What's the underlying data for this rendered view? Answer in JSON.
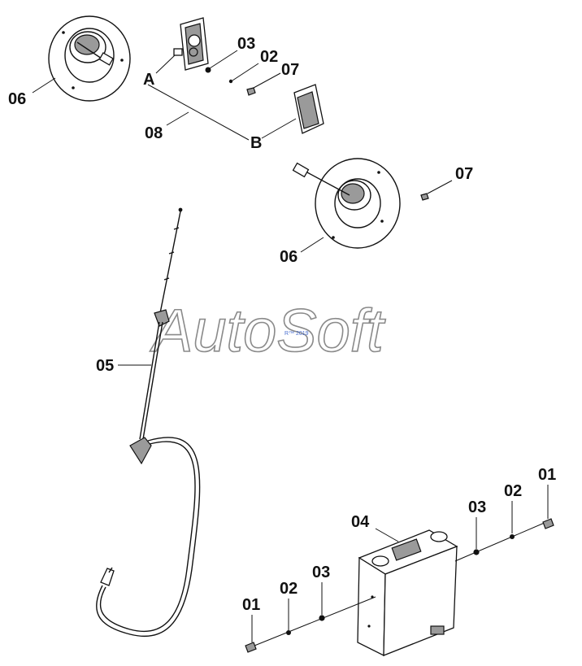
{
  "callouts": {
    "c06_top": "06",
    "cA": "A",
    "c08": "08",
    "cB": "B",
    "c03_top": "03",
    "c02_top": "02",
    "c07_top": "07",
    "c07_mid": "07",
    "c06_mid": "06",
    "c05": "05",
    "c04": "04",
    "c01_left": "01",
    "c02_left": "02",
    "c03_left": "03",
    "c03_right": "03",
    "c02_right": "02",
    "c01_right": "01"
  },
  "watermark": {
    "text": "AutoSoft",
    "tm": "R™ 2019"
  }
}
